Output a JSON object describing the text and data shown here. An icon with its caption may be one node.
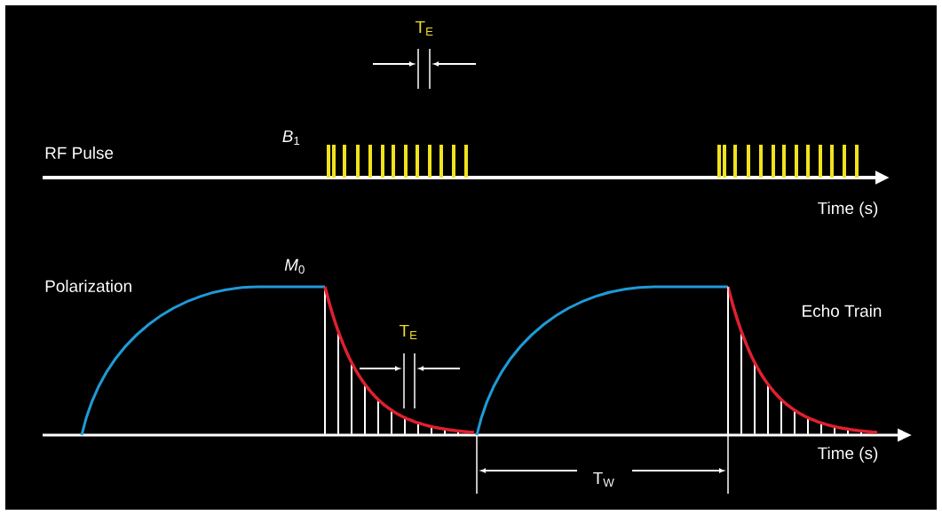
{
  "diagram": {
    "labels": [
      "T$_{E}$",
      "*B*$_{1}$",
      "RF Pulse",
      "Time (s)",
      "*M*$_{0}$",
      "Polarization",
      "Echo Train",
      "T$_{E}$",
      "Time (s)",
      "T$_{W}$"
    ]
  }
}
